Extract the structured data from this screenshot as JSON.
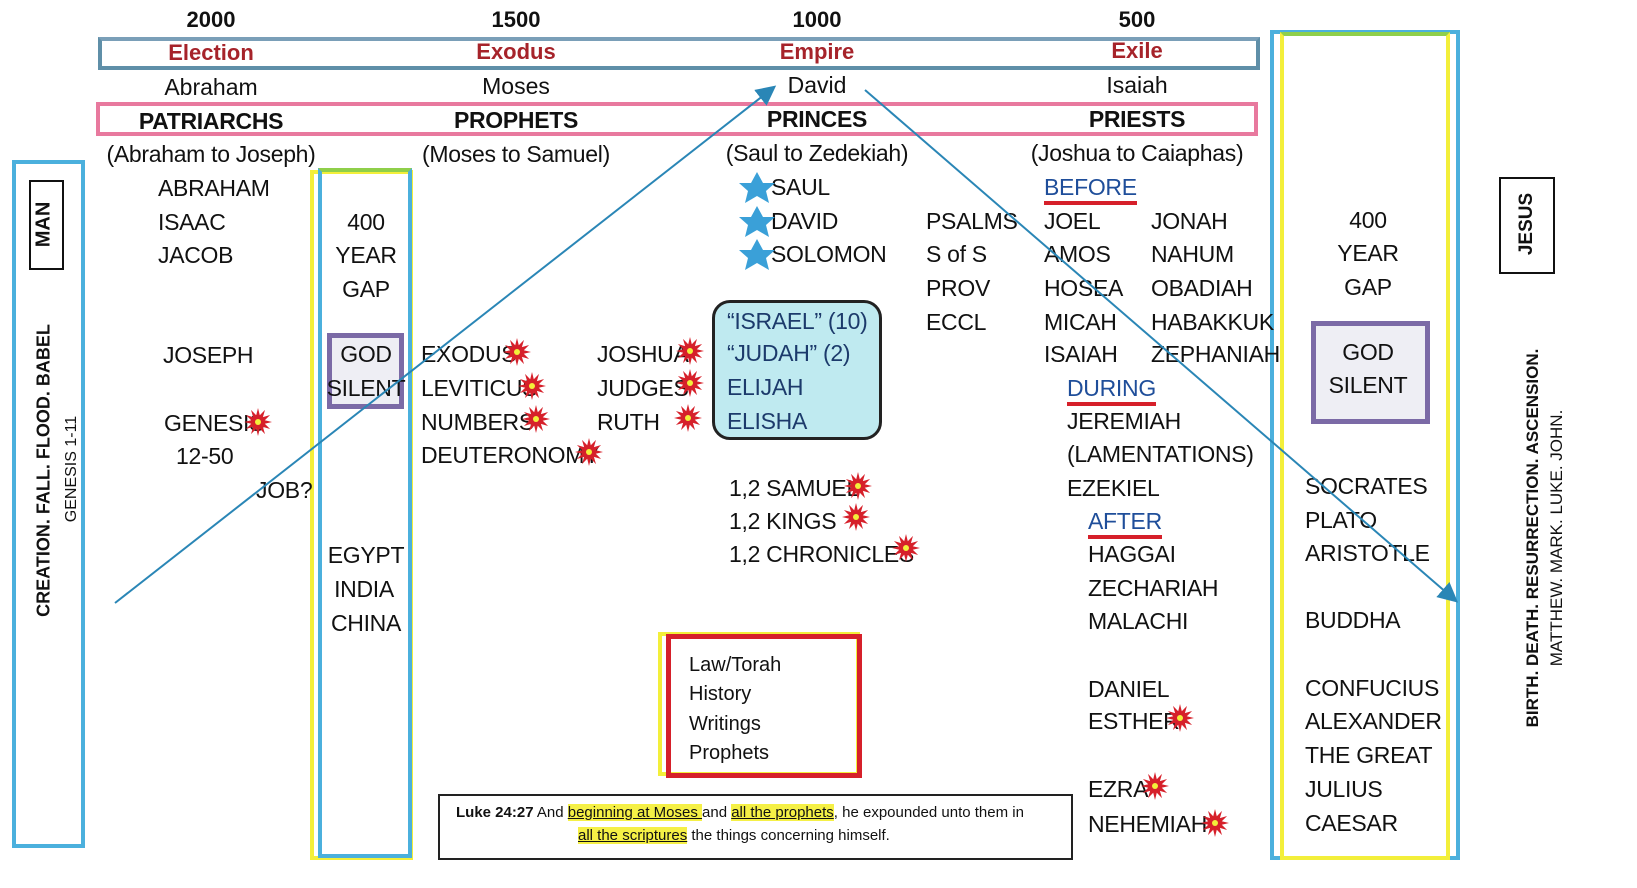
{
  "years": [
    "2000",
    "1500",
    "1000",
    "500"
  ],
  "eras": [
    "Election",
    "Exodus",
    "Empire",
    "Exile"
  ],
  "people": [
    "Abraham",
    "Moses",
    "David",
    "Isaiah"
  ],
  "groups": [
    "PATRIARCHS",
    "PROPHETS",
    "PRINCES",
    "PRIESTS"
  ],
  "ranges": [
    "(Abraham to Joseph)",
    "(Moses to Samuel)",
    "(Saul to Zedekiah)",
    "(Joshua to Caiaphas)"
  ],
  "left_panel": {
    "man": "MAN",
    "line1": "CREATION. FALL. FLOOD. BABEL",
    "line2": "GENESIS 1-11"
  },
  "right_panel": {
    "jesus": "JESUS",
    "line1": "BIRTH. DEATH. RESURRECTION. ASCENSION.",
    "line2": "MATTHEW. MARK. LUKE. JOHN."
  },
  "patriarchs": {
    "abraham": "ABRAHAM",
    "isaac": "ISAAC",
    "jacob": "JACOB",
    "joseph": "JOSEPH",
    "genesis": "GENESIS",
    "genesis_range": "12-50",
    "job": "JOB?"
  },
  "gap1": {
    "n400": "400",
    "year": "YEAR",
    "gap": "GAP",
    "god": "GOD",
    "silent": "SILENT",
    "egypt": "EGYPT",
    "india": "INDIA",
    "china": "CHINA"
  },
  "prophets_col": {
    "exodus": "EXODUS",
    "leviticus": "LEVITICUS",
    "numbers": "NUMBERS",
    "deuteronomy": "DEUTERONOMY",
    "joshua": "JOSHUA",
    "judges": "JUDGES",
    "ruth": "RUTH"
  },
  "princes": {
    "saul": "SAUL",
    "david": "DAVID",
    "solomon": "SOLOMON",
    "kingdom": [
      "“ISRAEL” (10)",
      "“JUDAH” (2)",
      "ELIJAH",
      "ELISHA"
    ],
    "samuel": "1,2 SAMUEL",
    "kings": "1,2 KINGS",
    "chronicles": "1,2 CHRONICLES"
  },
  "writings": [
    "PSALMS",
    "S of S",
    "PROV",
    "ECCL"
  ],
  "priests": {
    "before": "BEFORE",
    "col1": [
      "JOEL",
      "AMOS",
      "HOSEA",
      "MICAH",
      "ISAIAH"
    ],
    "col2": [
      "JONAH",
      "NAHUM",
      "OBADIAH",
      "HABAKKUK",
      "ZEPHANIAH"
    ],
    "during": "DURING",
    "during_list": [
      "JEREMIAH",
      "(LAMENTATIONS)",
      "EZEKIEL"
    ],
    "after": "AFTER",
    "after_list": [
      "HAGGAI",
      "ZECHARIAH",
      "MALACHI"
    ],
    "daniel": "DANIEL",
    "esther": "ESTHER",
    "ezra": "EZRA",
    "nehemiah": "NEHEMIAH"
  },
  "gap2": {
    "n400": "400",
    "year": "YEAR",
    "gap": "GAP",
    "god": "GOD",
    "silent": "SILENT",
    "list": [
      "SOCRATES",
      "PLATO",
      "ARISTOTLE",
      "BUDDHA",
      "CONFUCIUS",
      "ALEXANDER",
      "THE GREAT",
      "JULIUS",
      "CAESAR"
    ]
  },
  "legend": [
    "Law/Torah",
    "History",
    "Writings",
    "Prophets"
  ],
  "verse": {
    "ref": "Luke 24:27",
    "p1": " And ",
    "h1": "beginning at Moses ",
    "p2": "and ",
    "h2": "all the prophets",
    "p3": ", he expounded unto them in",
    "h3": "all the scriptures",
    "p4": " the things concerning himself."
  },
  "colors": {
    "blue": "#4bb0dd",
    "pink": "#e8799e",
    "yellow": "#f3ef3a",
    "green": "#8fcf4a",
    "red": "#d6202a",
    "purple": "#7b6aa6",
    "teal": "#bfeaf0",
    "era_red": "#a6232a"
  }
}
